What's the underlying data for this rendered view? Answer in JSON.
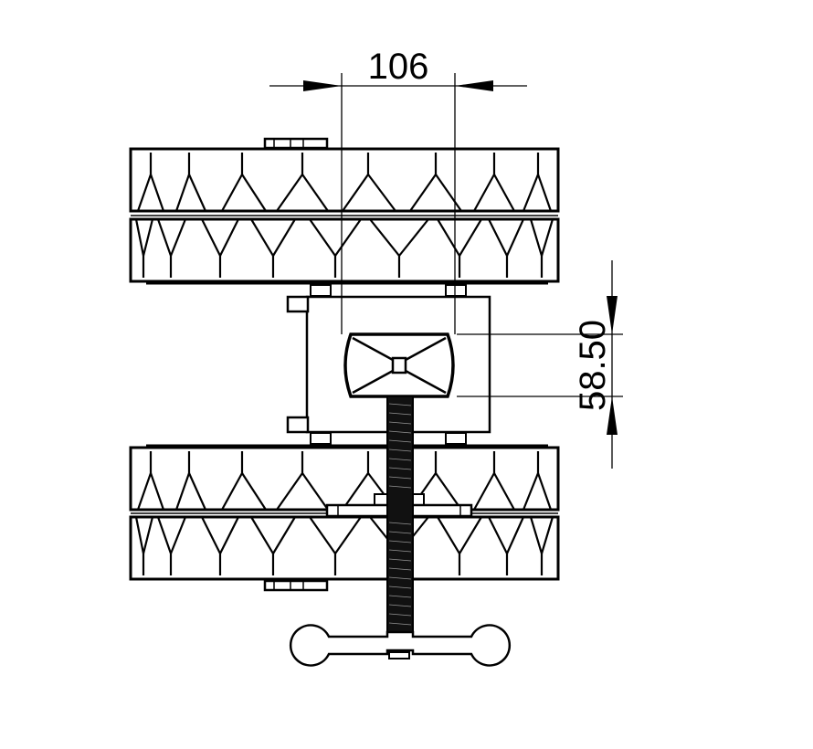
{
  "drawing": {
    "title": "Clamp fixture technical drawing",
    "line_color": "#000000",
    "background": "#ffffff"
  },
  "dimensions": {
    "width": {
      "label": "106",
      "orientation": "horizontal"
    },
    "height": {
      "label": "58.50",
      "orientation": "vertical"
    }
  },
  "components": {
    "rings": [
      "upper-ring-top",
      "upper-ring-bottom",
      "lower-ring-top",
      "lower-ring-bottom"
    ],
    "clamp_body": "clamp-frame",
    "jaw": "bowtie-jaw-pad",
    "screw": "threaded-screw",
    "handle": "t-bar-handle",
    "crossbar": "pressure-plate"
  }
}
